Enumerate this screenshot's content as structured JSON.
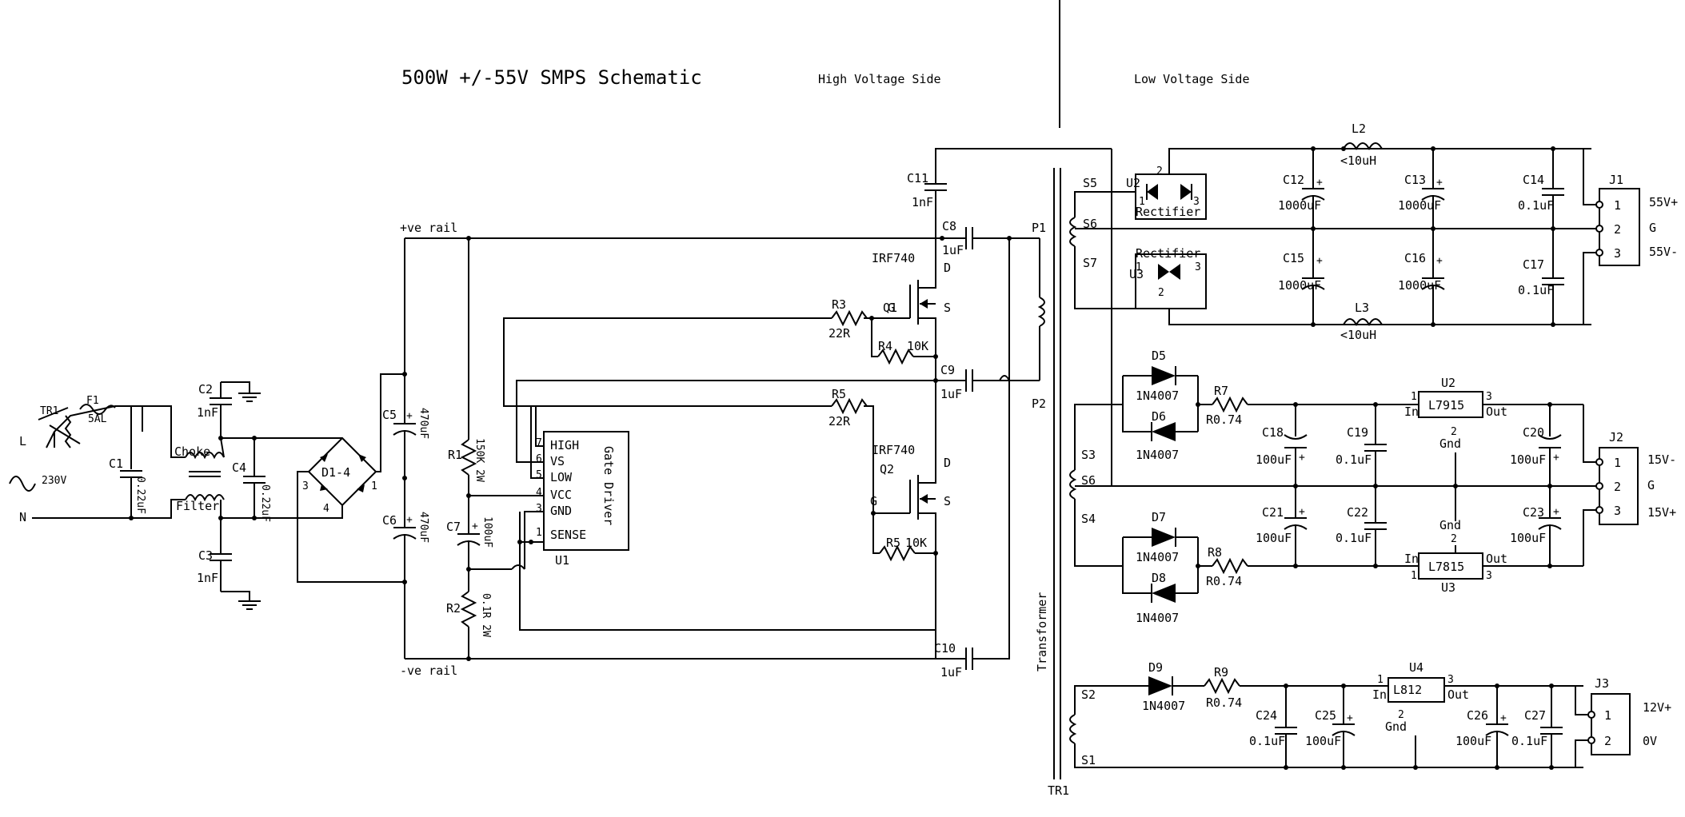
{
  "title": "500W +/-55V SMPS Schematic",
  "sections": {
    "high": "High Voltage Side",
    "low": "Low Voltage Side"
  },
  "rails": {
    "pos": "+ve rail",
    "neg": "-ve rail"
  },
  "input": {
    "L": "L",
    "N": "N",
    "ac": "230V",
    "TR1": "TR1",
    "F1": "F1",
    "F1_val": "5AL"
  },
  "labels": {
    "C1": "C1",
    "C1_val": "0.22uF",
    "C2": "C2",
    "C2_val": "1nF",
    "C3": "C3",
    "C3_val": "1nF",
    "C4": "C4",
    "C4_val": "0.22uF",
    "choke_1": "Choke",
    "choke_2": "Filter",
    "D1": "D1-4",
    "C5": "C5",
    "C5_val": "470uF",
    "C6": "C6",
    "C6_val": "470uF",
    "R1": "R1",
    "R1_val": "150K 2W",
    "C7": "C7",
    "C7_val": "100uF",
    "R2": "R2",
    "R2_val": "0.1R 2W",
    "U1": "U1",
    "U1_name": "Gate Driver",
    "pin_HIGH": "HIGH",
    "pin_VS": "VS",
    "pin_LOW": "LOW",
    "pin_VCC": "VCC",
    "pin_GND": "GND",
    "pin_SENSE": "SENSE",
    "pn7": "7",
    "pn6": "6",
    "pn5": "5",
    "pn4": "4",
    "pn3": "3",
    "pn1": "1",
    "R3": "R3",
    "R3_val": "22R",
    "R4": "R4",
    "R4_val": "10K",
    "R5": "R5",
    "R5_val": "22R",
    "R5b": "R5",
    "R5b_val": "10K",
    "Q1": "Q1",
    "Q1_part": "IRF740",
    "Q2": "Q2",
    "Q2_part": "IRF740",
    "G": "G",
    "D": "D",
    "S": "S",
    "C8": "C8",
    "C8_val": "1uF",
    "C9": "C9",
    "C9_val": "1uF",
    "C10": "C10",
    "C10_val": "1uF",
    "C11": "C11",
    "C11_val": "1nF",
    "P1": "P1",
    "P2": "P2",
    "transformer": "Transformer",
    "TR1b": "TR1",
    "S1": "S1",
    "S2": "S2",
    "S3": "S3",
    "S4": "S4",
    "S5": "S5",
    "S6": "S6",
    "S6b": "S6",
    "S7": "S7",
    "U2r": "U2",
    "U3r": "U3",
    "rect": "Rectifier",
    "r1": "1",
    "r2": "2",
    "r3": "3",
    "C12": "C12",
    "C12_val": "1000uF",
    "C13": "C13",
    "C13_val": "1000uF",
    "C14": "C14",
    "C14_val": "0.1uF",
    "C15": "C15",
    "C15_val": "1000uF",
    "C16": "C16",
    "C16_val": "1000uF",
    "C17": "C17",
    "C17_val": "0.1uF",
    "L2": "L2",
    "L2_val": "<10uH",
    "L3": "L3",
    "L3_val": "<10uH",
    "J1": "J1",
    "J1_1": "55V+",
    "J1_2": "G",
    "J1_3": "55V-",
    "D5": "D5",
    "D6": "D6",
    "D7": "D7",
    "D8": "D8",
    "D9": "D9",
    "dpart": "1N4007",
    "R7": "R7",
    "R7_val": "R0.74",
    "R8": "R8",
    "R8_val": "R0.74",
    "R9": "R9",
    "R9_val": "R0.74",
    "C18": "C18",
    "C18_val": "100uF",
    "C19": "C19",
    "C19_val": "0.1uF",
    "C20": "C20",
    "C20_val": "100uF",
    "C21": "C21",
    "C21_val": "100uF",
    "C22": "C22",
    "C22_val": "0.1uF",
    "C23": "C23",
    "C23_val": "100uF",
    "C24": "C24",
    "C24_val": "0.1uF",
    "C25": "C25",
    "C25_val": "100uF",
    "C26": "C26",
    "C26_val": "100uF",
    "C27": "C27",
    "C27_val": "0.1uF",
    "U2": "U2",
    "U2_part": "L7915",
    "U3": "U3",
    "U3_part": "L7815",
    "U4": "U4",
    "U4_part": "L812",
    "In": "In",
    "Out": "Out",
    "Gnd": "Gnd",
    "J2": "J2",
    "J2_1": "15V-",
    "J2_2": "G",
    "J2_3": "15V+",
    "J3": "J3",
    "J3_1": "12V+",
    "J3_2": "0V",
    "n1": "1",
    "n2": "2",
    "n3": "3"
  }
}
